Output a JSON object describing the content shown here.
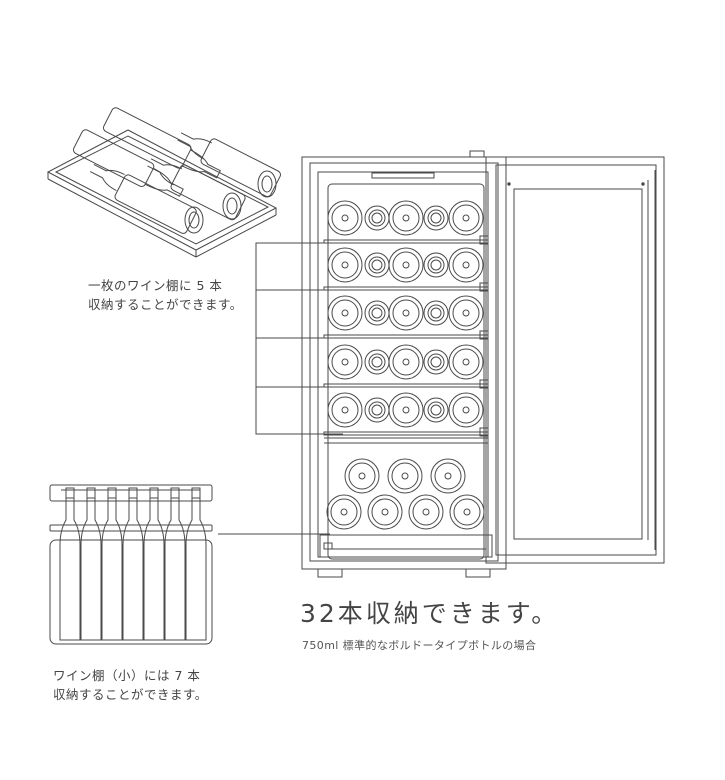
{
  "shelf_caption": {
    "line1": "一枚のワイン棚に 5 本",
    "line2": "収納することができます。"
  },
  "small_shelf_caption": {
    "line1": "ワイン棚（小）には 7 本",
    "line2": "収納することができます。"
  },
  "capacity": {
    "headline": "32本収納できます。",
    "note": "750ml 標準的なボルドータイプボトルの場合"
  },
  "rack": {
    "shelves": 5,
    "bottles_per_shelf": 5,
    "bottom_section": {
      "back_row": 3,
      "front_row": 4
    }
  },
  "colors": {
    "line": "#4a4a4a",
    "background": "#ffffff"
  }
}
